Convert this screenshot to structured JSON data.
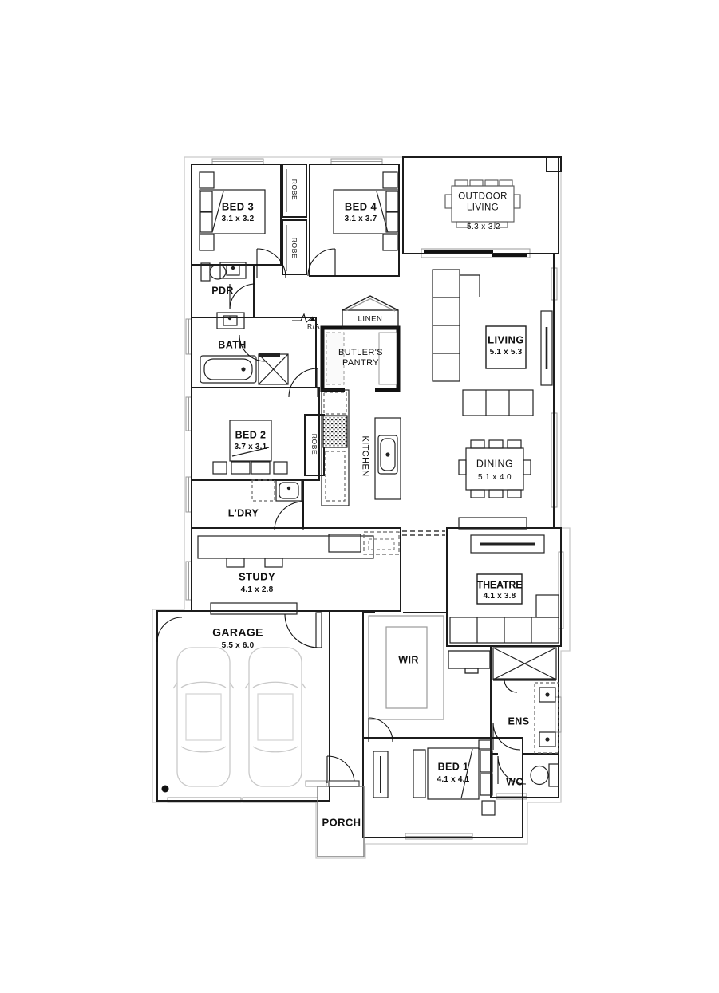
{
  "plan": {
    "type": "residential-floor-plan",
    "colors": {
      "wall": "#1c1c1c",
      "window": "#9a9a9a",
      "eave": "#c9c9c9",
      "car": "#c9c9c9"
    },
    "rooms": {
      "bed3": {
        "name": "BED 3",
        "dim": "3.1 x 3.2"
      },
      "bed4": {
        "name": "BED 4",
        "dim": "3.1 x 3.7"
      },
      "outdoor_living": {
        "name": "OUTDOOR LIVING",
        "dim": "5.3 x 3.2"
      },
      "robe": {
        "name": "ROBE"
      },
      "pdr": {
        "name": "PDR"
      },
      "bath": {
        "name": "BATH"
      },
      "ra": {
        "name": "R/A"
      },
      "linen": {
        "name": "LINEN"
      },
      "butlers_pantry": {
        "name": "BUTLER'S PANTRY"
      },
      "living": {
        "name": "LIVING",
        "dim": "5.1 x 5.3"
      },
      "kitchen": {
        "name": "KITCHEN"
      },
      "bed2": {
        "name": "BED 2",
        "dim": "3.7 x 3.1"
      },
      "dining": {
        "name": "DINING",
        "dim": "5.1 x 4.0"
      },
      "ldry": {
        "name": "L'DRY"
      },
      "study": {
        "name": "STUDY",
        "dim": "4.1 x 2.8"
      },
      "theatre": {
        "name": "THEATRE",
        "dim": "4.1 x 3.8"
      },
      "garage": {
        "name": "GARAGE",
        "dim": "5.5 x 6.0"
      },
      "wir": {
        "name": "WIR"
      },
      "ens": {
        "name": "ENS"
      },
      "bed1": {
        "name": "BED 1",
        "dim": "4.1 x 4.1"
      },
      "wc": {
        "name": "WC"
      },
      "porch": {
        "name": "PORCH"
      }
    }
  }
}
